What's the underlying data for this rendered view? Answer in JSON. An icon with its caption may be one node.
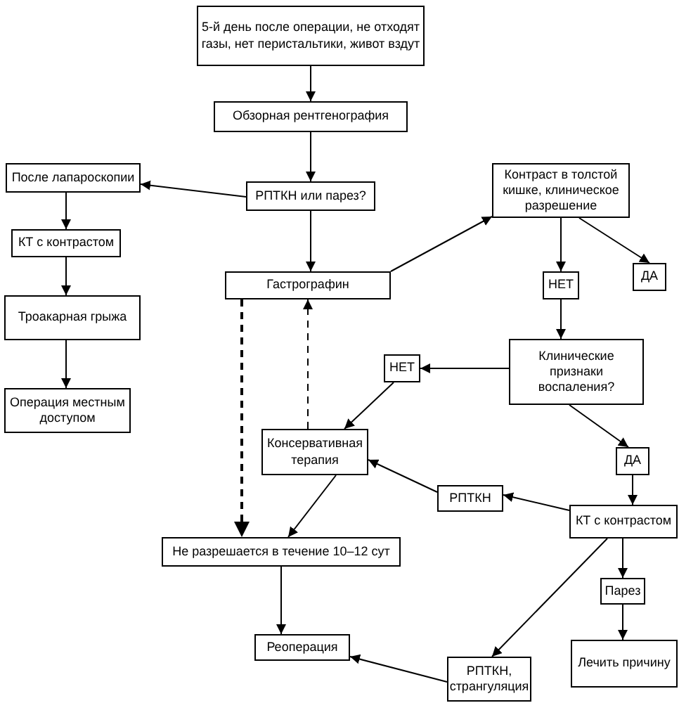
{
  "diagram": {
    "nodes": [
      {
        "text": [
          "5-й день после операции, не отходят газы, нет перистальтики, живот вздут"
        ]
      },
      {
        "text": [
          "Обзорная рентгенография"
        ]
      },
      {
        "text": [
          "РПТКН или парез?"
        ]
      },
      {
        "text": [
          "После лапароскопии"
        ]
      },
      {
        "text": [
          "Контраст в толстой кишке, клиническое разрешение"
        ]
      },
      {
        "text": [
          "КТ с контрастом"
        ]
      },
      {
        "text": [
          "Гастрографин"
        ]
      },
      {
        "text": [
          "НЕТ"
        ]
      },
      {
        "text": [
          "ДА"
        ]
      },
      {
        "text": [
          "Троакарная грыжа"
        ]
      },
      {
        "text": [
          "Клинические признаки воспаления?"
        ]
      },
      {
        "text": [
          "НЕТ"
        ]
      },
      {
        "text": [
          "Операция местным доступом"
        ]
      },
      {
        "text": [
          "Консервативная терапия"
        ]
      },
      {
        "text": [
          "ДА"
        ]
      },
      {
        "text": [
          "РПТКН"
        ]
      },
      {
        "text": [
          "КТ с контрастом"
        ]
      },
      {
        "text": [
          "Не разрешается в течение 10–12 сут"
        ]
      },
      {
        "text": [
          "Парез"
        ]
      },
      {
        "text": [
          "Реоперация"
        ]
      },
      {
        "text": [
          "РПТКН, странгуляция"
        ]
      },
      {
        "text": [
          "Лечить причину"
        ]
      }
    ],
    "edges": [
      {
        "from": 0,
        "to": 1,
        "arrow": "to"
      },
      {
        "from": 1,
        "to": 2,
        "arrow": "to"
      },
      {
        "from": 2,
        "to": 3,
        "arrow": "to"
      },
      {
        "from": 3,
        "to": 5,
        "arrow": "to"
      },
      {
        "from": 5,
        "to": 9,
        "arrow": "to"
      },
      {
        "from": 9,
        "to": 12,
        "arrow": "to"
      },
      {
        "from": 2,
        "to": 6,
        "arrow": "to"
      },
      {
        "from": 6,
        "to": 4,
        "arrow": "to"
      },
      {
        "from": 4,
        "to": 7,
        "arrow": "to"
      },
      {
        "from": 4,
        "to": 8,
        "arrow": "to"
      },
      {
        "from": 7,
        "to": 10,
        "arrow": "to"
      },
      {
        "from": 10,
        "to": 11,
        "arrow": "to"
      },
      {
        "from": 11,
        "to": 13,
        "arrow": "to"
      },
      {
        "from": 10,
        "to": 14,
        "arrow": "to"
      },
      {
        "from": 14,
        "to": 16,
        "arrow": "to"
      },
      {
        "from": 16,
        "to": 15,
        "arrow": "to"
      },
      {
        "from": 15,
        "to": 13,
        "arrow": "to"
      },
      {
        "from": 16,
        "to": 18,
        "arrow": "to"
      },
      {
        "from": 18,
        "to": 21,
        "arrow": "to"
      },
      {
        "from": 16,
        "to": 20,
        "arrow": "to"
      },
      {
        "from": 13,
        "to": 17,
        "arrow": "to"
      },
      {
        "from": 17,
        "to": 19,
        "arrow": "to"
      },
      {
        "from": 20,
        "to": 19,
        "arrow": "to"
      },
      {
        "from": 6,
        "to": 17,
        "arrow": "to",
        "style": "dashed"
      },
      {
        "from": 13,
        "to": 6,
        "arrow": "to",
        "style": "dashed"
      }
    ]
  }
}
